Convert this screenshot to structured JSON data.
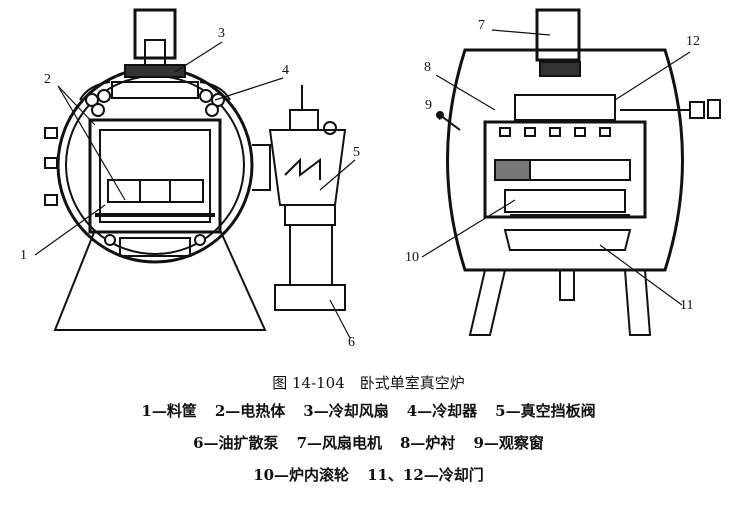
{
  "figure": {
    "title": "图 14-104　卧式单室真空炉",
    "labels": [
      "1",
      "2",
      "3",
      "4",
      "5",
      "6",
      "7",
      "8",
      "9",
      "10",
      "11",
      "12"
    ],
    "legend_lines": [
      [
        "1—料筐",
        "2—电热体",
        "3—冷却风扇",
        "4—冷却器",
        "5—真空挡板阀"
      ],
      [
        "6—油扩散泵",
        "7—风扇电机",
        "8—炉衬",
        "9—观察窗"
      ],
      [
        "10—炉内滚轮",
        "11、12—冷却门"
      ]
    ]
  }
}
